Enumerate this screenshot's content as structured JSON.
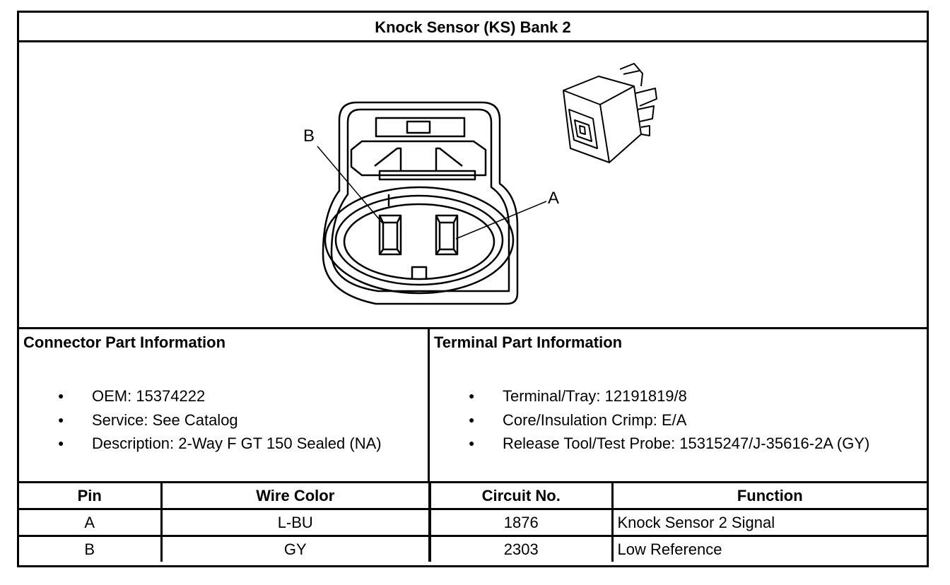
{
  "title": "Knock Sensor (KS) Bank 2",
  "diagram": {
    "label_a": "A",
    "label_b": "B"
  },
  "connector_info": {
    "heading": "Connector Part Information",
    "items": [
      "OEM: 15374222",
      "Service: See Catalog",
      "Description: 2-Way F GT 150 Sealed (NA)"
    ]
  },
  "terminal_info": {
    "heading": "Terminal Part Information",
    "items": [
      "Terminal/Tray: 12191819/8",
      "Core/Insulation Crimp: E/A",
      "Release Tool/Test Probe: 15315247/J-35616-2A (GY)"
    ]
  },
  "pin_table": {
    "headers": [
      "Pin",
      "Wire Color",
      "Circuit No.",
      "Function"
    ],
    "rows": [
      [
        "A",
        "L-BU",
        "1876",
        "Knock Sensor 2 Signal"
      ],
      [
        "B",
        "GY",
        "2303",
        "Low Reference"
      ]
    ]
  }
}
